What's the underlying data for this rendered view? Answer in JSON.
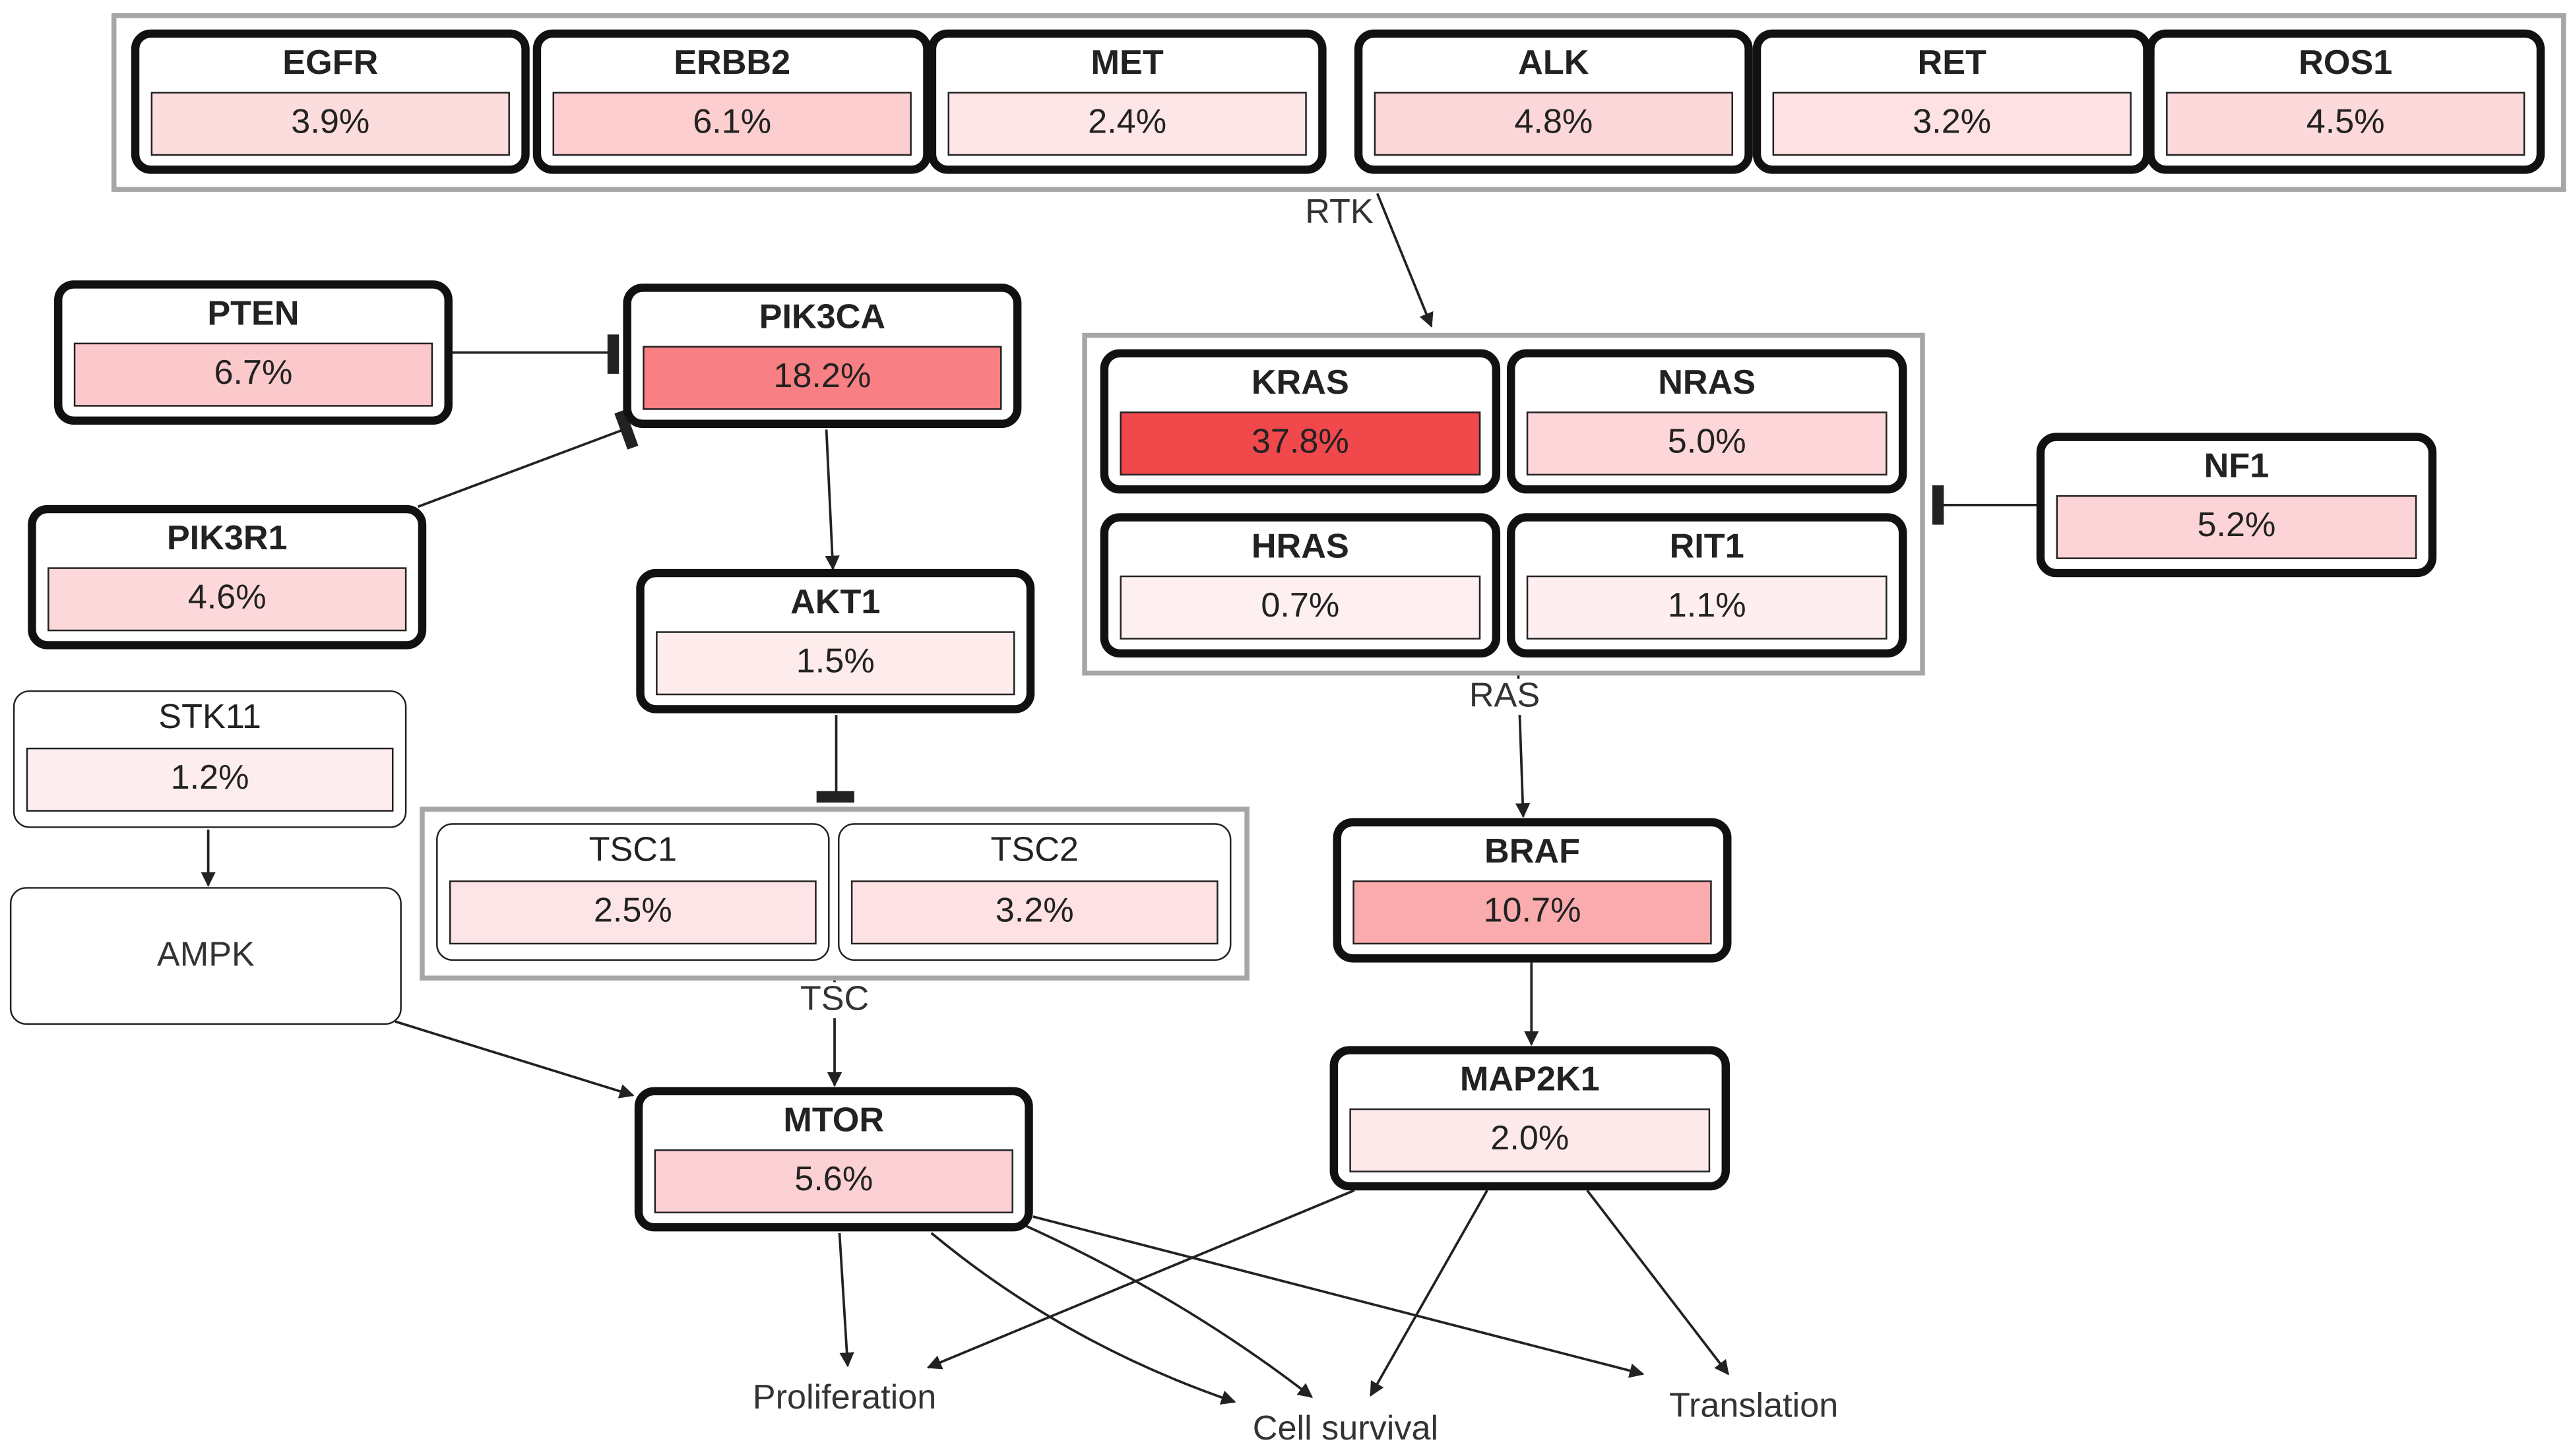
{
  "colors": {
    "high": "#f1484c",
    "mid": "#f98a8d",
    "low": "#fcd6d8",
    "none": "#ffffff"
  },
  "groups": {
    "rtk": "RTK",
    "ras": "RAS",
    "tsc": "TSC"
  },
  "genes": {
    "egfr": {
      "name": "EGFR",
      "pct": "3.9%",
      "value": 3.9
    },
    "erbb2": {
      "name": "ERBB2",
      "pct": "6.1%",
      "value": 6.1
    },
    "met": {
      "name": "MET",
      "pct": "2.4%",
      "value": 2.4
    },
    "alk": {
      "name": "ALK",
      "pct": "4.8%",
      "value": 4.8
    },
    "ret": {
      "name": "RET",
      "pct": "3.2%",
      "value": 3.2
    },
    "ros1": {
      "name": "ROS1",
      "pct": "4.5%",
      "value": 4.5
    },
    "pten": {
      "name": "PTEN",
      "pct": "6.7%",
      "value": 6.7
    },
    "pik3ca": {
      "name": "PIK3CA",
      "pct": "18.2%",
      "value": 18.2
    },
    "pik3r1": {
      "name": "PIK3R1",
      "pct": "4.6%",
      "value": 4.6
    },
    "akt1": {
      "name": "AKT1",
      "pct": "1.5%",
      "value": 1.5
    },
    "stk11": {
      "name": "STK11",
      "pct": "1.2%",
      "value": 1.2
    },
    "tsc1": {
      "name": "TSC1",
      "pct": "2.5%",
      "value": 2.5
    },
    "tsc2": {
      "name": "TSC2",
      "pct": "3.2%",
      "value": 3.2
    },
    "mtor": {
      "name": "MTOR",
      "pct": "5.6%",
      "value": 5.6
    },
    "kras": {
      "name": "KRAS",
      "pct": "37.8%",
      "value": 37.8
    },
    "nras": {
      "name": "NRAS",
      "pct": "5.0%",
      "value": 5.0
    },
    "hras": {
      "name": "HRAS",
      "pct": "0.7%",
      "value": 0.7
    },
    "rit1": {
      "name": "RIT1",
      "pct": "1.1%",
      "value": 1.1
    },
    "nf1": {
      "name": "NF1",
      "pct": "5.2%",
      "value": 5.2
    },
    "braf": {
      "name": "BRAF",
      "pct": "10.7%",
      "value": 10.7
    },
    "map2k1": {
      "name": "MAP2K1",
      "pct": "2.0%",
      "value": 2.0
    }
  },
  "ampk": "AMPK",
  "outcomes": {
    "proliferation": "Proliferation",
    "survival": "Cell survival",
    "translation": "Translation"
  }
}
